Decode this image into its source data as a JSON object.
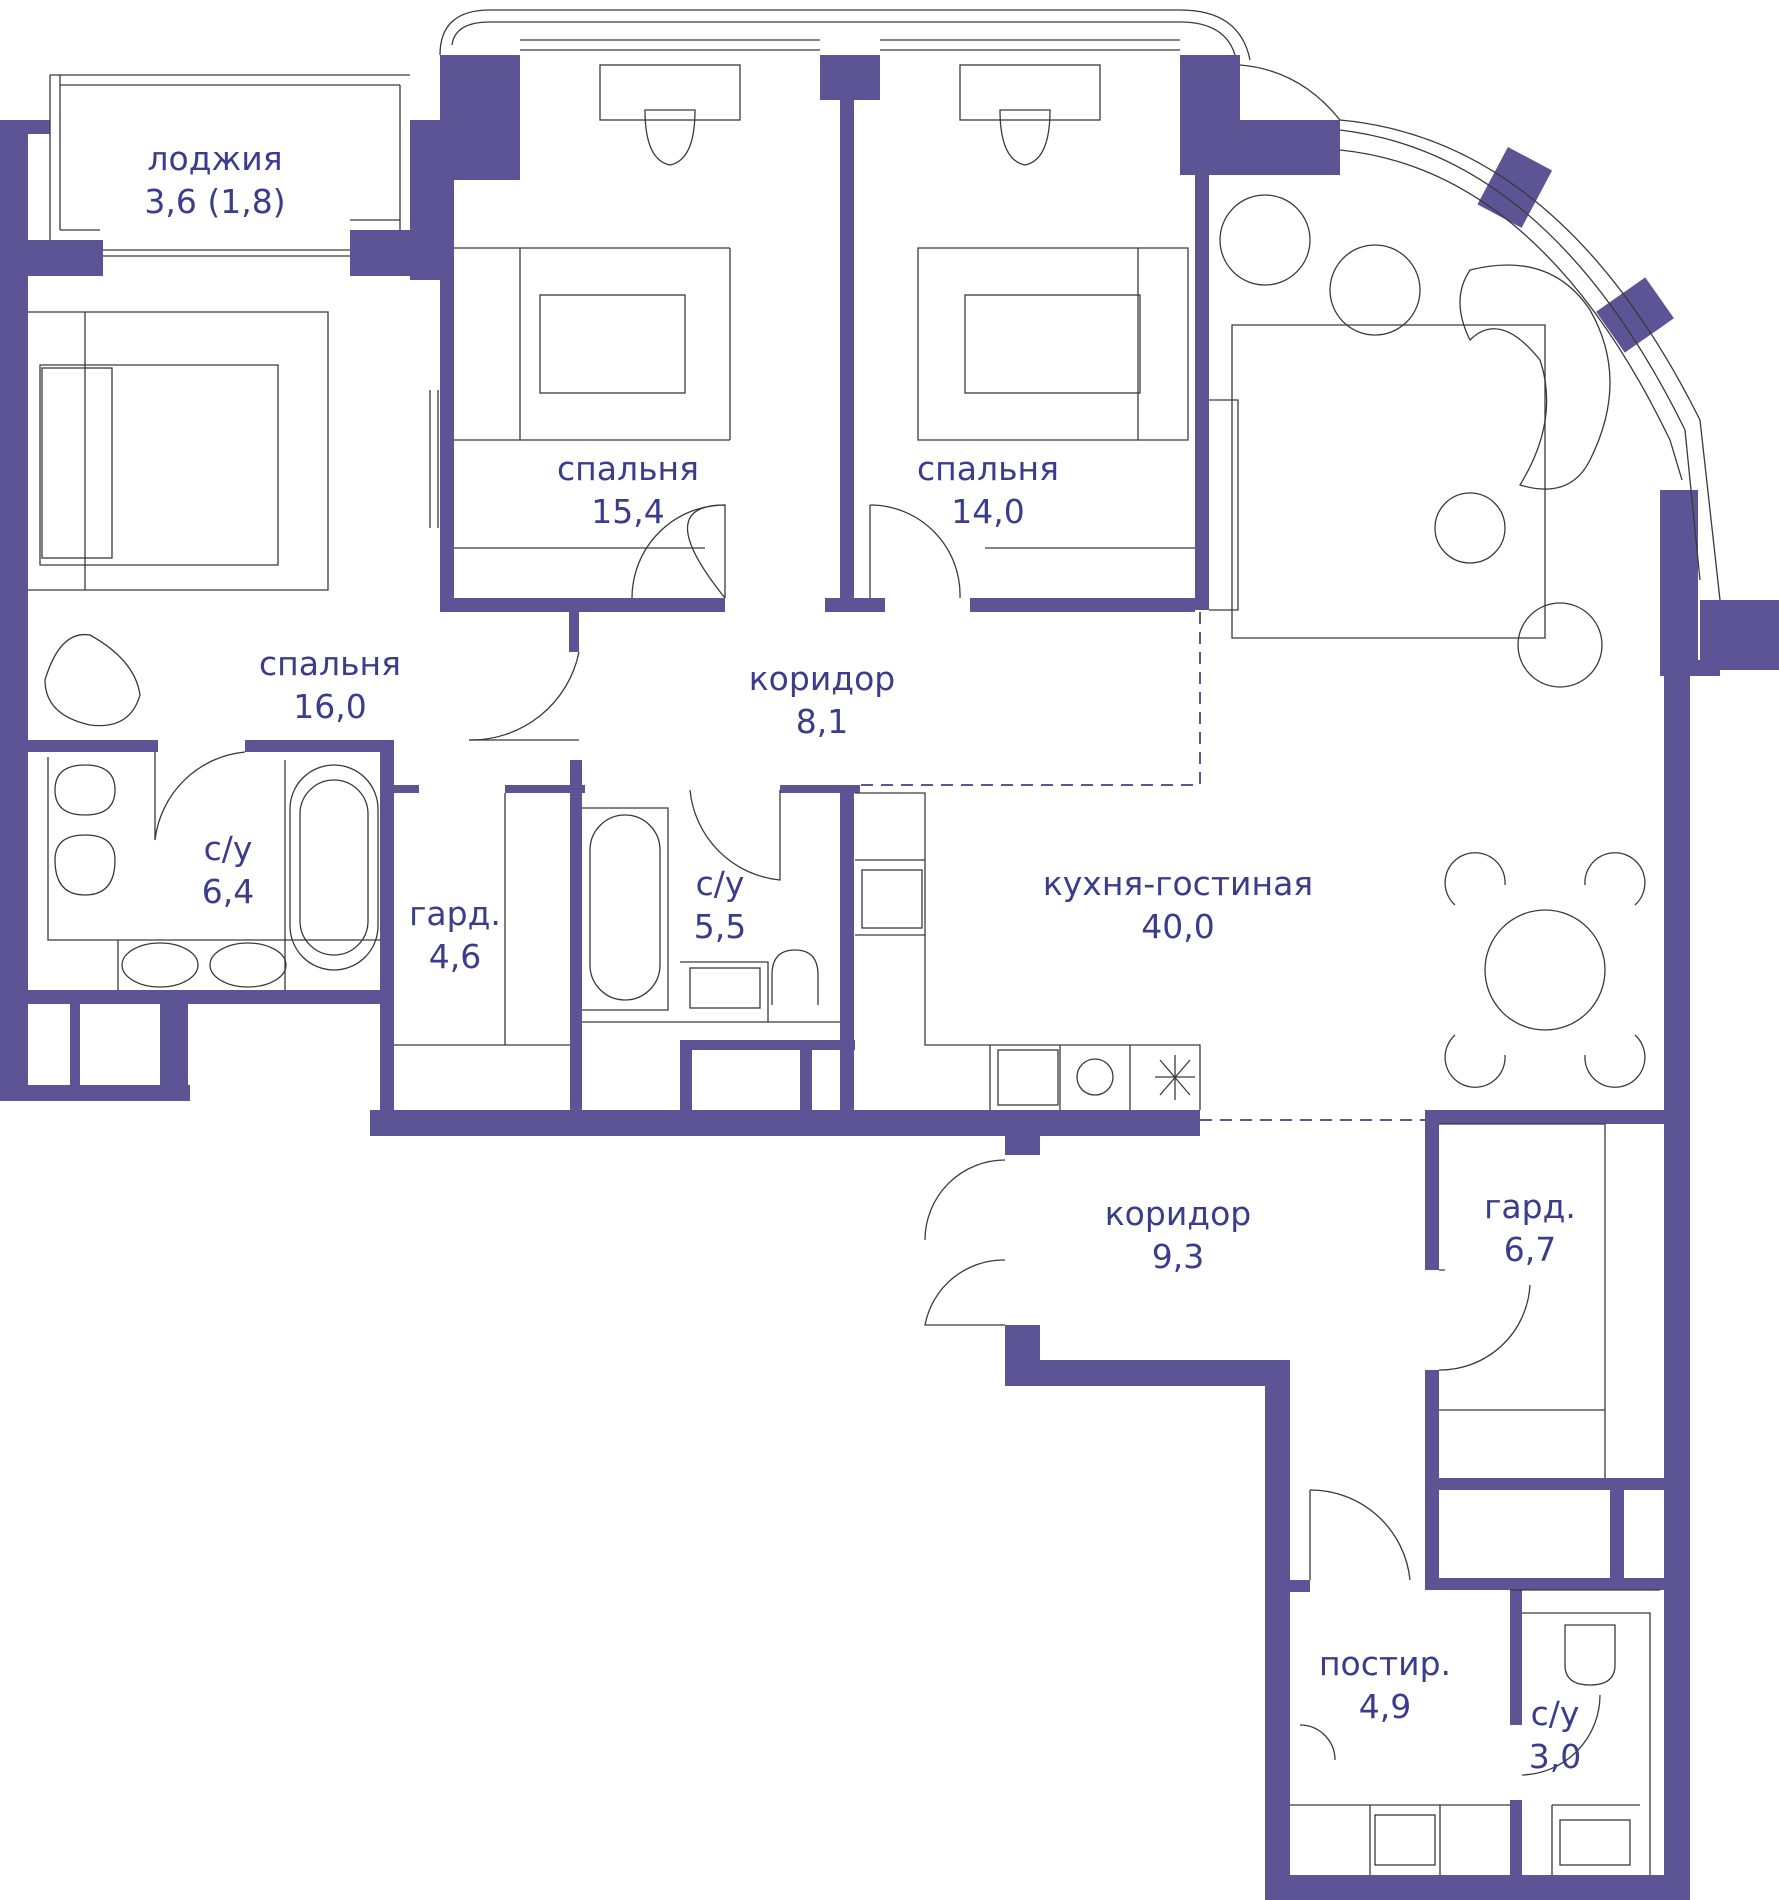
{
  "rooms": [
    {
      "name": "лоджия",
      "area": "3,6 (1,8)"
    },
    {
      "name": "спальня",
      "area": "15,4"
    },
    {
      "name": "спальня",
      "area": "14,0"
    },
    {
      "name": "спальня",
      "area": "16,0"
    },
    {
      "name": "коридор",
      "area": "8,1"
    },
    {
      "name": "с/у",
      "area": "6,4"
    },
    {
      "name": "гард.",
      "area": "4,6"
    },
    {
      "name": "с/у",
      "area": "5,5"
    },
    {
      "name": "кухня-гостиная",
      "area": "40,0"
    },
    {
      "name": "коридор",
      "area": "9,3"
    },
    {
      "name": "гард.",
      "area": "6,7"
    },
    {
      "name": "постир.",
      "area": "4,9"
    },
    {
      "name": "с/у",
      "area": "3,0"
    }
  ],
  "colors": {
    "wall": "#5c5494",
    "label": "#3c3c8c",
    "line": "#3a3a3a"
  }
}
